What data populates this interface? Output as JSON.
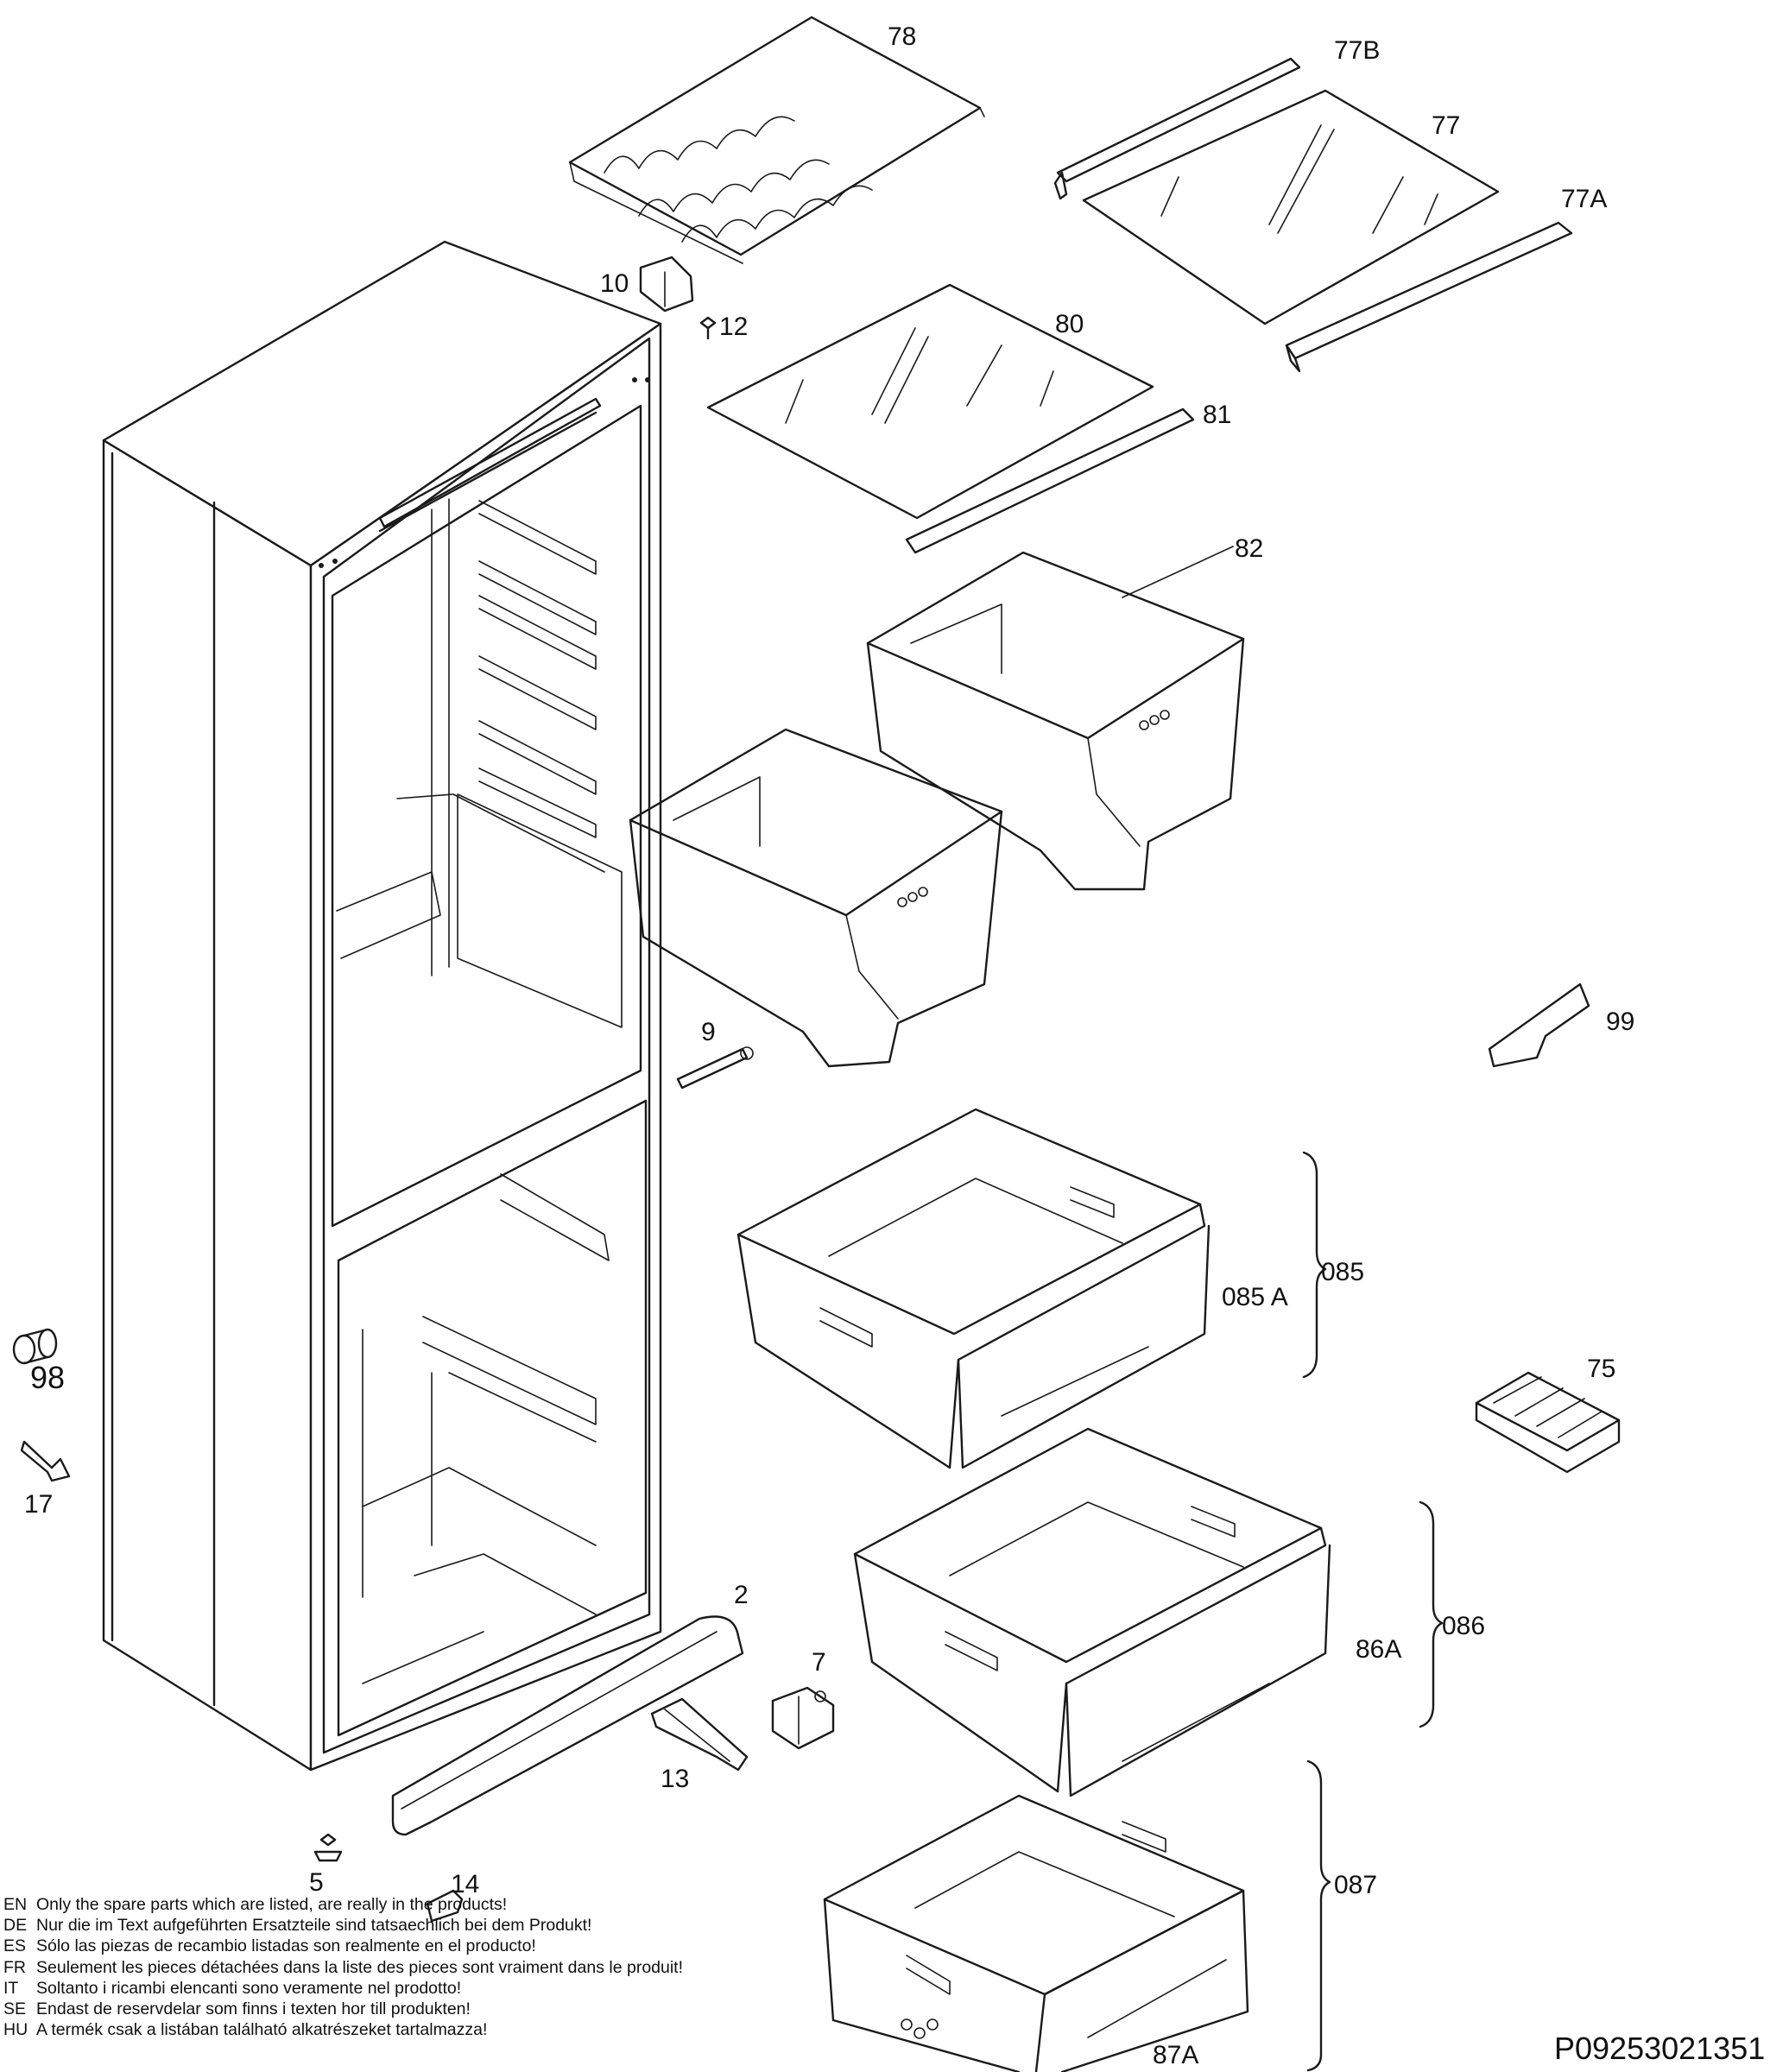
{
  "labels": {
    "p78": "78",
    "p77b": "77B",
    "p77": "77",
    "p77a": "77A",
    "p10": "10",
    "p12": "12",
    "p80": "80",
    "p81": "81",
    "p82": "82",
    "p9": "9",
    "p99": "99",
    "p085": "085",
    "p085a": "085 A",
    "p98": "98",
    "p17": "17",
    "p75": "75",
    "p2": "2",
    "p7": "7",
    "p13": "13",
    "p086": "086",
    "p86a": "86A",
    "p5": "5",
    "p14": "14",
    "p087": "087",
    "p87a": "87A"
  },
  "notes": [
    {
      "code": "EN",
      "text": "Only the spare parts which are listed, are really in the products!"
    },
    {
      "code": "DE",
      "text": "Nur die im Text aufgeführten Ersatzteile sind tatsaechlich bei dem Produkt!"
    },
    {
      "code": "ES",
      "text": "Sólo las piezas de recambio  listadas son realmente en el producto!"
    },
    {
      "code": "FR",
      "text": "Seulement les pieces détachées dans la liste des pieces sont vraiment dans le produit!"
    },
    {
      "code": "IT",
      "text": "Soltanto i ricambi elencanti sono veramente nel prodotto!"
    },
    {
      "code": "SE",
      "text": "Endast de reservdelar som finns i texten hor till produkten!"
    },
    {
      "code": "HU",
      "text": "A termék csak a listában található alkatrészeket tartalmazza!"
    }
  ],
  "document_id": "P09253021351"
}
